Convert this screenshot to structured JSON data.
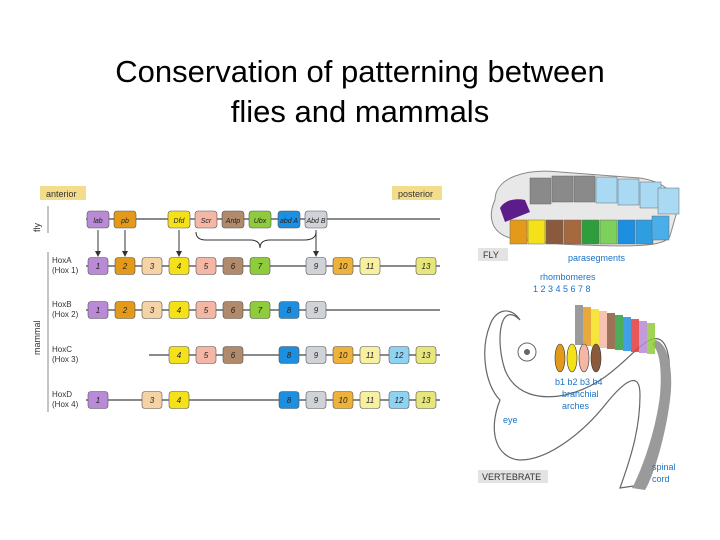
{
  "slide": {
    "title_line1": "Conservation of patterning between",
    "title_line2": "flies and mammals"
  },
  "hox_figure": {
    "anterior_label": "anterior",
    "posterior_label": "posterior",
    "fly_label": "fly",
    "mammal_label": "mammal",
    "fly_genes": [
      {
        "label": "lab",
        "color": "#b98ad6",
        "col": 1
      },
      {
        "label": "pb",
        "color": "#e39a1a",
        "col": 2
      },
      {
        "label": "Dfd",
        "color": "#f4e11a",
        "col": 4
      },
      {
        "label": "Scr",
        "color": "#f4b7a5",
        "col": 5
      },
      {
        "label": "Antp",
        "color": "#b08a6b",
        "col": 6
      },
      {
        "label": "Ubx",
        "color": "#8fcc3c",
        "col": 7
      },
      {
        "label": "abd A",
        "color": "#1d8fe0",
        "col": 8
      },
      {
        "label": "Abd B",
        "color": "#cfd2d6",
        "col": 9
      }
    ],
    "clusters": [
      {
        "name": "HoxA",
        "alt": "(Hox 1)",
        "genes": [
          1,
          2,
          3,
          4,
          5,
          6,
          7,
          9,
          10,
          11,
          13
        ]
      },
      {
        "name": "HoxB",
        "alt": "(Hox 2)",
        "genes": [
          1,
          2,
          3,
          4,
          5,
          6,
          7,
          8,
          9
        ]
      },
      {
        "name": "HoxC",
        "alt": "(Hox 3)",
        "genes": [
          4,
          5,
          6,
          8,
          9,
          10,
          11,
          12,
          13
        ]
      },
      {
        "name": "HoxD",
        "alt": "(Hox 4)",
        "genes": [
          1,
          3,
          4,
          8,
          9,
          10,
          11,
          12,
          13
        ]
      }
    ],
    "paralog_colors": {
      "1": "#b98ad6",
      "2": "#e39a1a",
      "3": "#f5d3a4",
      "4": "#f4e11a",
      "5": "#f4b7a5",
      "6": "#b08a6b",
      "7": "#8fcc3c",
      "8": "#1d8fe0",
      "9": "#cfd2d6",
      "10": "#eeb23a",
      "11": "#f7f0a0",
      "12": "#8fd3f2",
      "13": "#e7e67a"
    }
  },
  "embryo_figure": {
    "fly_caption": "FLY",
    "parasegments_label": "parasegments",
    "rhombomeres_label": "rhombomeres",
    "rhombomere_numbers": "1  2  3 4 5 6 7 8",
    "arches_line1": "b1 b2 b3 b4",
    "arches_line2": "branchial",
    "arches_line3": "arches",
    "eye_label": "eye",
    "vertebrate_caption": "VERTEBRATE",
    "spinal_line1": "spinal",
    "spinal_line2": "cord",
    "fly_segment_colors": [
      "#5c1d8a",
      "#e39a1a",
      "#f4e11a",
      "#8b5a3c",
      "#a5683f",
      "#2e9e3c",
      "#7ed05c",
      "#1d8fe0",
      "#2f9ee0",
      "#4aaee8",
      "#62b8ec",
      "#7cc6f0"
    ]
  }
}
